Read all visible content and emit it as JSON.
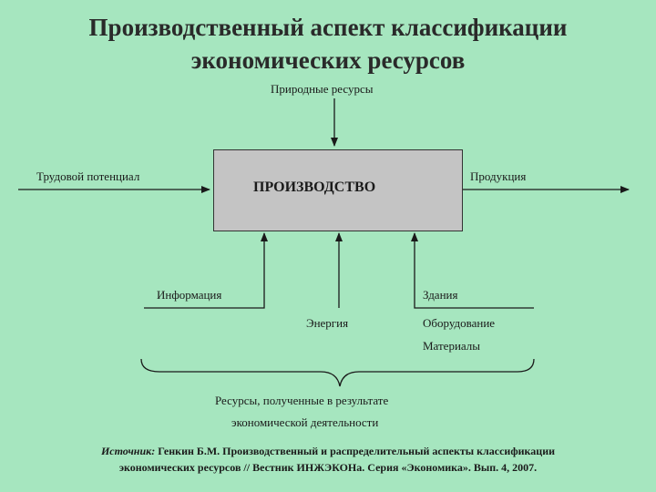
{
  "title": {
    "line1": "Производственный аспект классификации",
    "line2": "экономических ресурсов"
  },
  "diagram": {
    "center": "ПРОИЗВОДСТВО",
    "top_input": "Природные ресурсы",
    "left_input": "Трудовой потенциал",
    "output": "Продукция",
    "bottom_left": "Информация",
    "bottom_center": "Энергия",
    "bottom_right": [
      "Здания",
      "Оборудование",
      "Материалы"
    ],
    "brace_caption": {
      "line1": "Ресурсы, полученные в результате",
      "line2": "экономической деятельности"
    }
  },
  "source": {
    "label": "Источник:",
    "line1_text": " Генкин Б.М. Производственный и распределительный аспекты классификации",
    "line2": "экономических ресурсов // Вестник ИНЖЭКОНа. Серия «Экономика». Вып. 4, 2007."
  },
  "colors": {
    "background": "#a6e6bf",
    "box_fill": "#c4c4c4",
    "lines": "#1a1a1a"
  }
}
